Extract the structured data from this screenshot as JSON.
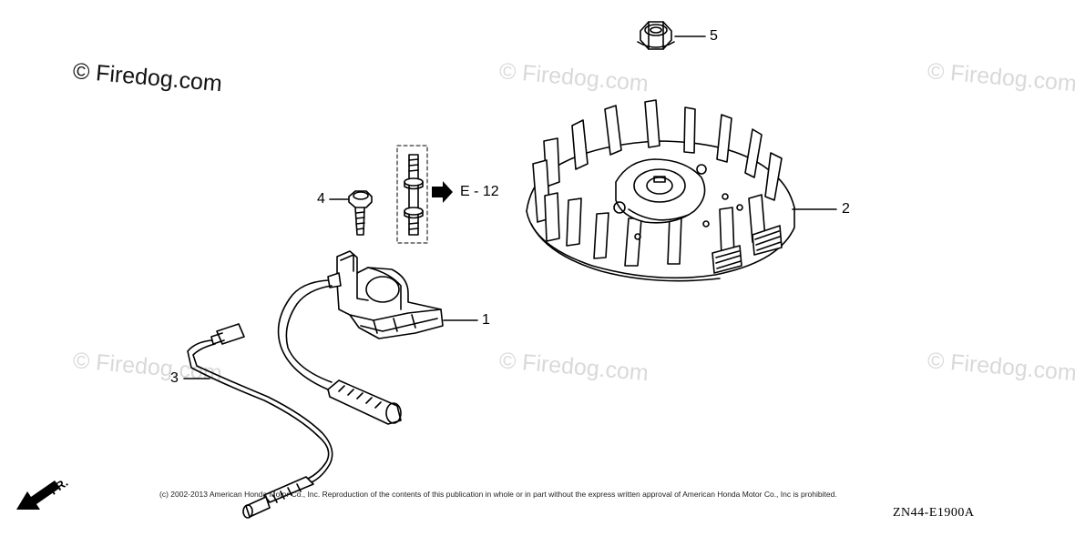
{
  "watermarks": {
    "primary": "© Firedog.com",
    "faint": [
      "© Firedog.com",
      "© Firedog.com",
      "© Firedog.com",
      "© Firedog.com",
      "© Firedog.com"
    ]
  },
  "callouts": {
    "ignition_coil": "1",
    "flywheel": "2",
    "stop_switch_wire": "3",
    "coil_bolt": "4",
    "flange_nut": "5"
  },
  "reference_label": "E - 12",
  "direction_label": "FR.",
  "copyright": "(c) 2002-2013 American Honda Motor Co., Inc. Reproduction of the contents of this publication in whole or in part without the express written approval of American Honda Motor Co., Inc is prohibited.",
  "drawing_id": "ZN44-E1900A",
  "icons": {
    "ref_arrow": "arrow-right-icon",
    "front_arrow": "arrow-down-left-icon"
  }
}
